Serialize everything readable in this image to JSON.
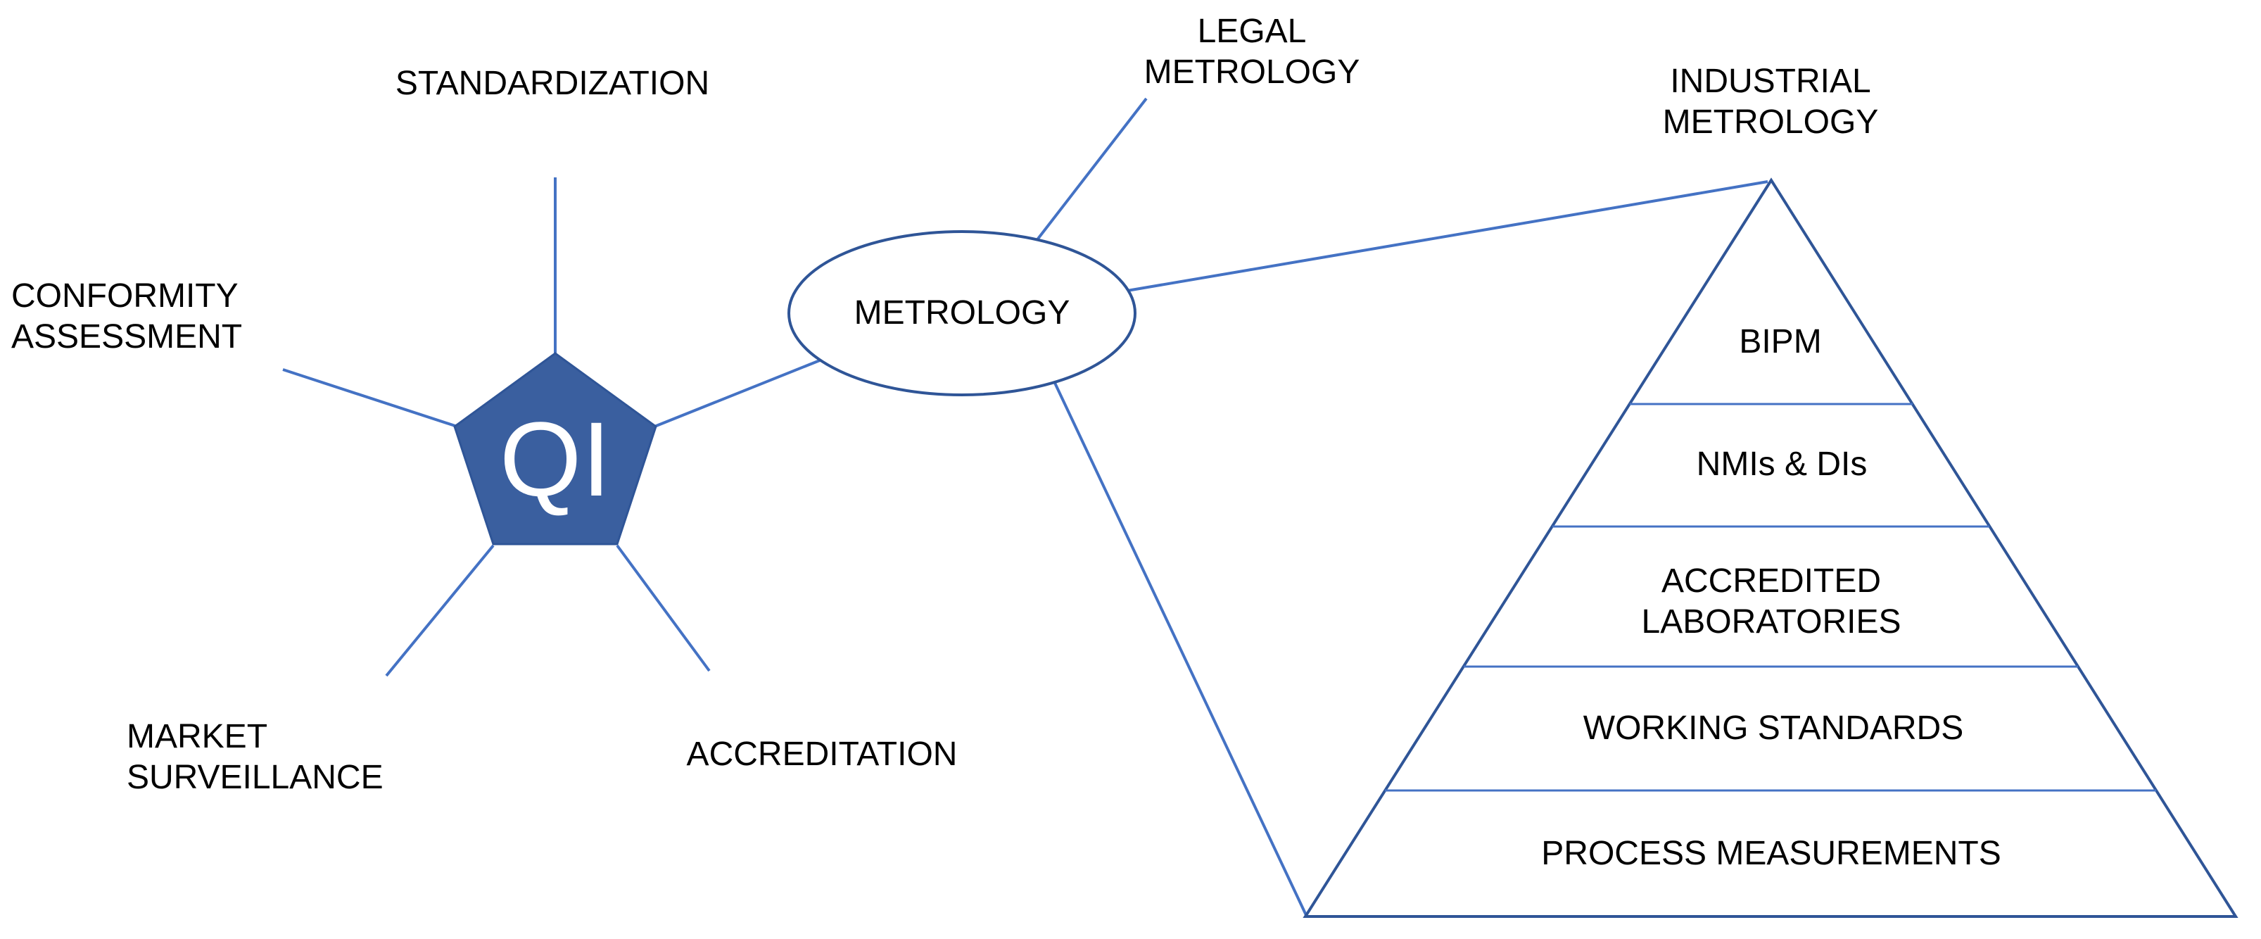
{
  "diagram": {
    "title_hidden": "",
    "qi": {
      "label": "QI"
    },
    "nodes": {
      "standardization": "STANDARDIZATION",
      "conformity_assessment": "CONFORMITY ASSESSMENT",
      "market_surveillance": "MARKET SURVEILLANCE",
      "accreditation": "ACCREDITATION",
      "metrology": "METROLOGY",
      "legal_metrology": "LEGAL METROLOGY",
      "industrial_metrology": "INDUSTRIAL METROLOGY"
    },
    "pyramid": {
      "levels": [
        "BIPM",
        "NMIs & DIs",
        "ACCREDITED LABORATORIES",
        "WORKING STANDARDS",
        "PROCESS MEASUREMENTS"
      ]
    },
    "colors": {
      "pentagon_fill": "#3A5F9F",
      "shape_outline": "#2F5597",
      "connector_line": "#4472C4",
      "text": "#000000",
      "qi_text": "#FFFFFF"
    }
  }
}
